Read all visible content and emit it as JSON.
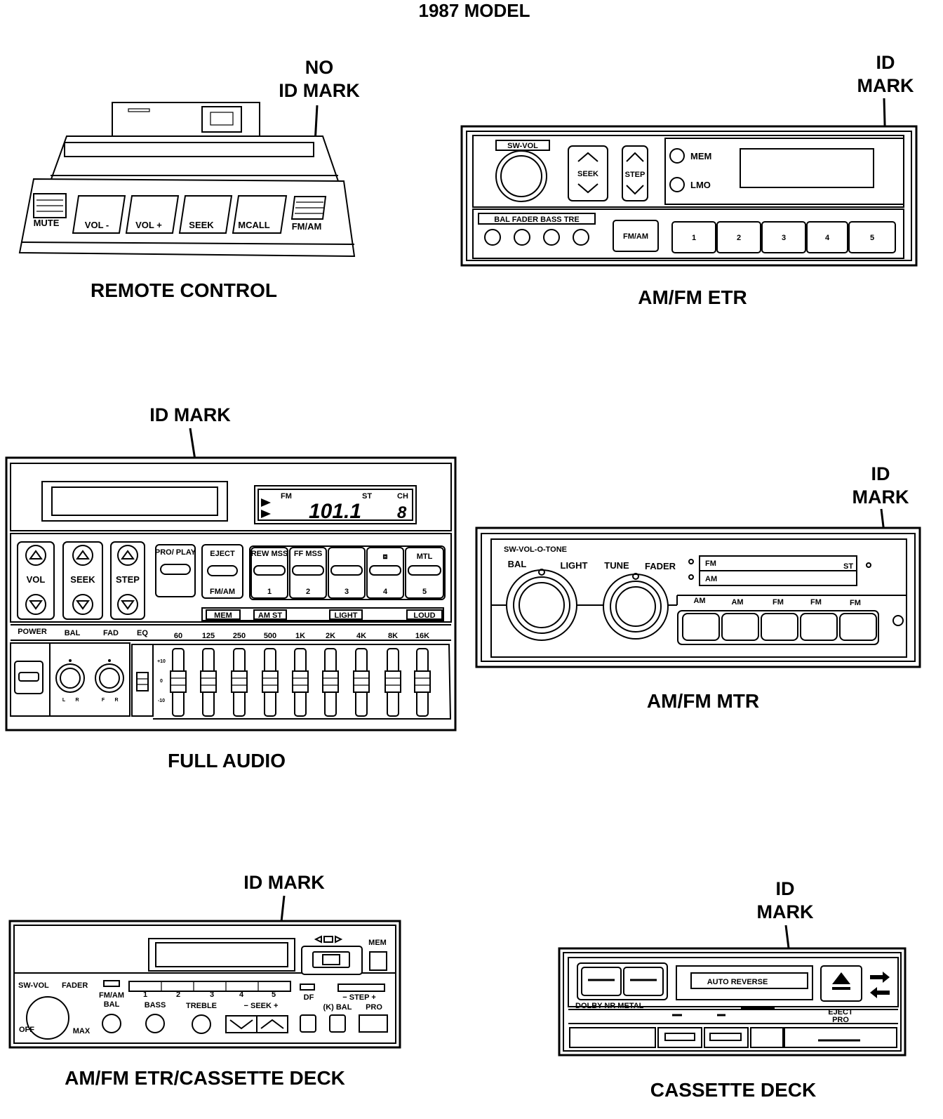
{
  "title": "1987 MODEL",
  "colors": {
    "ink": "#000000",
    "paper": "#ffffff"
  },
  "remote_control": {
    "caption": "REMOTE CONTROL",
    "id_note": [
      "NO",
      "ID MARK"
    ],
    "buttons": [
      "MUTE",
      "VOL -",
      "VOL +",
      "SEEK",
      "MCALL",
      "FM/AM"
    ]
  },
  "am_fm_etr": {
    "caption": "AM/FM ETR",
    "id_note": [
      "ID",
      "MARK"
    ],
    "sw_vol": "SW-VOL",
    "seek": "SEEK",
    "step": "STEP",
    "mem": "MEM",
    "lmo": "LMO",
    "knob_labels": "BAL FADER BASS TRE",
    "fm_am": "FM/AM",
    "presets": [
      "1",
      "2",
      "3",
      "4",
      "5"
    ]
  },
  "full_audio": {
    "caption": "FULL AUDIO",
    "id_note": "ID MARK",
    "display": {
      "band": "FM",
      "freq": "101.1",
      "st": "ST",
      "ch_label": "CH",
      "ch": "8"
    },
    "rocker_labels": [
      "VOL",
      "SEEK",
      "STEP"
    ],
    "tape_buttons": [
      {
        "top": "PRO/ PLAY",
        "bottom": ""
      },
      {
        "top": "EJECT",
        "bottom": "FM/AM"
      },
      {
        "top": "REW MSS",
        "bottom": "1"
      },
      {
        "top": "FF MSS",
        "bottom": "2"
      },
      {
        "top": "",
        "bottom": "3"
      },
      {
        "top": "⧈",
        "bottom": "4"
      },
      {
        "top": "MTL",
        "bottom": "5"
      }
    ],
    "indicators": [
      "MEM",
      "AM ST",
      "LIGHT",
      "LOUD"
    ],
    "bottom_labels": [
      "POWER",
      "BAL",
      "FAD",
      "EQ"
    ],
    "eq_bands": [
      "60",
      "125",
      "250",
      "500",
      "1K",
      "2K",
      "4K",
      "8K",
      "16K"
    ],
    "knob_marks": [
      "L",
      "R",
      "F",
      "R"
    ],
    "eq_scale": [
      "+10",
      "0",
      "-10"
    ]
  },
  "am_fm_mtr": {
    "caption": "AM/FM MTR",
    "id_note": [
      "ID",
      "MARK"
    ],
    "sw_vol_tone": "SW-VOL-O-TONE",
    "bal": "BAL",
    "light": "LIGHT",
    "tune": "TUNE",
    "fader": "FADER",
    "dial": [
      "FM",
      "AM"
    ],
    "dial_st": "ST",
    "preset_labels": [
      "AM",
      "AM",
      "FM",
      "FM",
      "FM"
    ]
  },
  "etr_cassette": {
    "caption": "AM/FM ETR/CASSETTE DECK",
    "id_note": "ID MARK",
    "mem": "MEM",
    "sw_vol": "SW-VOL",
    "fader": "FADER",
    "fm_am": "FM/AM",
    "bal": "BAL",
    "bass": "BASS",
    "treble": "TREBLE",
    "numbers": [
      "1",
      "2",
      "3",
      "4",
      "5"
    ],
    "seek": "− SEEK +",
    "df": "DF",
    "step": "− STEP +",
    "k_bal": "(K) BAL",
    "pro": "PRO",
    "off": "OFF",
    "max": "MAX"
  },
  "cassette_deck": {
    "caption": "CASSETTE DECK",
    "id_note": [
      "ID",
      "MARK"
    ],
    "auto_reverse": "AUTO REVERSE",
    "dolby": "DOLBY NR METAL",
    "eject": "EJECT",
    "pro": "PRO"
  }
}
